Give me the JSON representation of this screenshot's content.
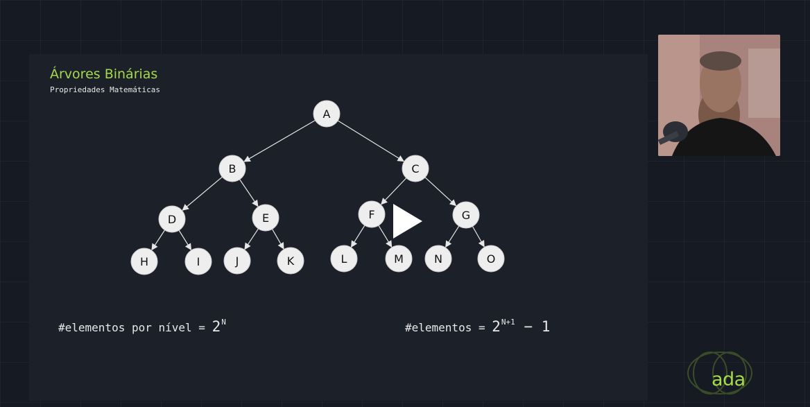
{
  "slide": {
    "title": "Árvores Binárias",
    "subtitle": "Propriedades Matemáticas"
  },
  "tree": {
    "nodes": [
      {
        "id": "A",
        "label": "A"
      },
      {
        "id": "B",
        "label": "B"
      },
      {
        "id": "C",
        "label": "C"
      },
      {
        "id": "D",
        "label": "D"
      },
      {
        "id": "E",
        "label": "E"
      },
      {
        "id": "F",
        "label": "F"
      },
      {
        "id": "G",
        "label": "G"
      },
      {
        "id": "H",
        "label": "H"
      },
      {
        "id": "I",
        "label": "I"
      },
      {
        "id": "J",
        "label": "J"
      },
      {
        "id": "K",
        "label": "K"
      },
      {
        "id": "L",
        "label": "L"
      },
      {
        "id": "M",
        "label": "M"
      },
      {
        "id": "N",
        "label": "N"
      },
      {
        "id": "O",
        "label": "O"
      }
    ],
    "edges": [
      [
        "A",
        "B"
      ],
      [
        "A",
        "C"
      ],
      [
        "B",
        "D"
      ],
      [
        "B",
        "E"
      ],
      [
        "C",
        "F"
      ],
      [
        "C",
        "G"
      ],
      [
        "D",
        "H"
      ],
      [
        "D",
        "I"
      ],
      [
        "E",
        "J"
      ],
      [
        "E",
        "K"
      ],
      [
        "F",
        "L"
      ],
      [
        "F",
        "M"
      ],
      [
        "G",
        "N"
      ],
      [
        "G",
        "O"
      ]
    ]
  },
  "formulas": {
    "per_level": {
      "text": "#elementos por nível = ",
      "base": "2",
      "exp": "N",
      "suffix": ""
    },
    "total": {
      "text": "#elementos = ",
      "base": "2",
      "exp": "N+1",
      "suffix": " − 1"
    }
  },
  "player": {
    "play_icon": "play-icon"
  },
  "webcam": {
    "icon": "person-video"
  },
  "brand": {
    "logo_text": "ada",
    "color": "#a7d94c"
  }
}
